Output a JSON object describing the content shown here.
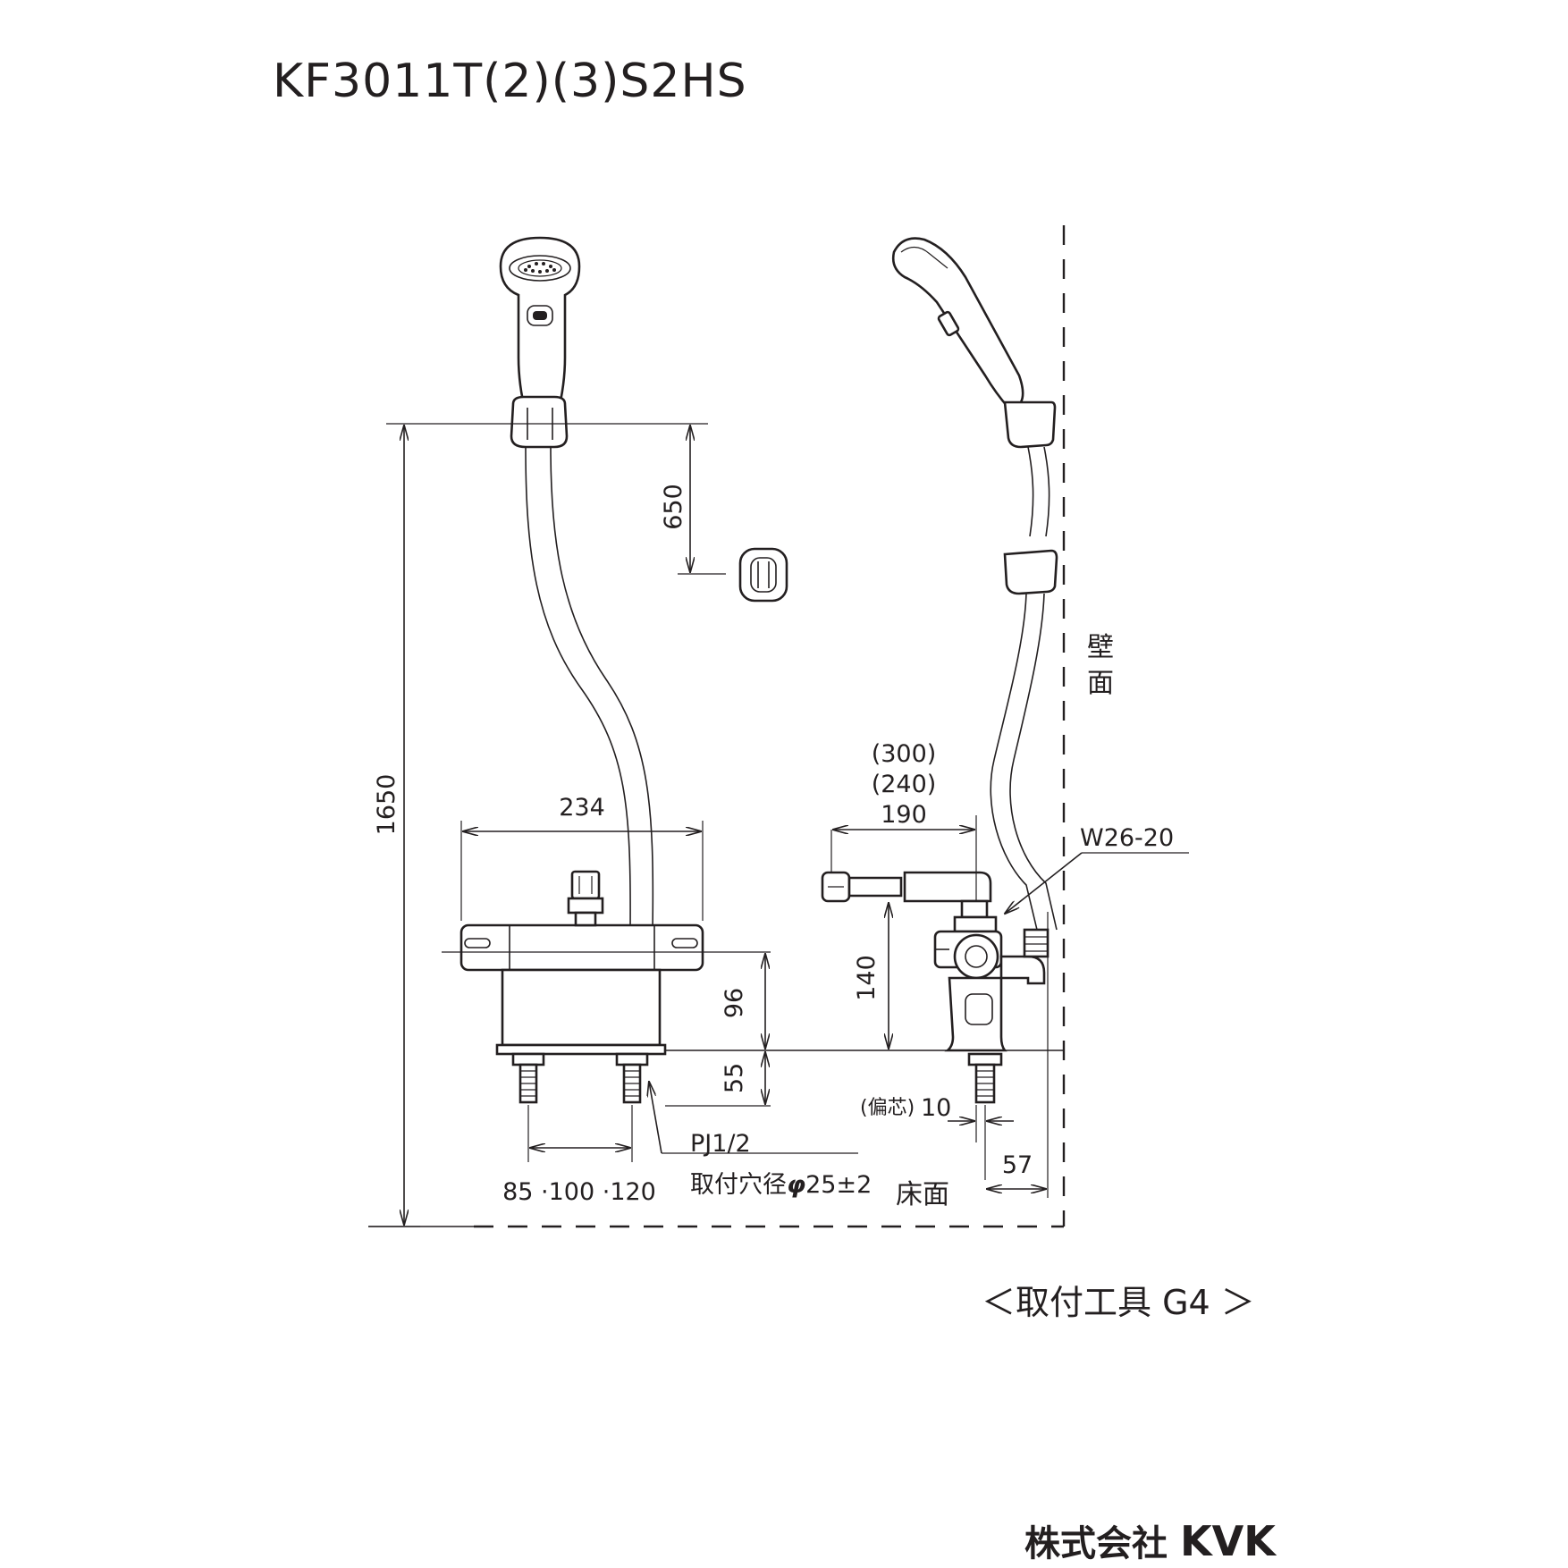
{
  "title": "KF3011T(2)(3)S2HS",
  "dimensions": {
    "d650": "650",
    "d1650": "1650",
    "d234": "234",
    "d96": "96",
    "d55": "55",
    "d300": "(300)",
    "d240": "(240)",
    "d190": "190",
    "d140": "140",
    "offset_label": "(偏芯)",
    "offset_value": "10",
    "d57": "57",
    "pitch": "85 ·100 ·120"
  },
  "labels": {
    "wall": [
      "壁",
      "面"
    ],
    "floor": "床面",
    "pipe_thread": "PJ1/2",
    "mount_hole_prefix": "取付穴径",
    "mount_hole_phi": "φ",
    "mount_hole_value": "25±2",
    "wall_thread": "W26-20",
    "fitting": "＜取付工具 G4 ＞"
  },
  "brand": {
    "company": "株式会社",
    "logo": "KVK"
  }
}
